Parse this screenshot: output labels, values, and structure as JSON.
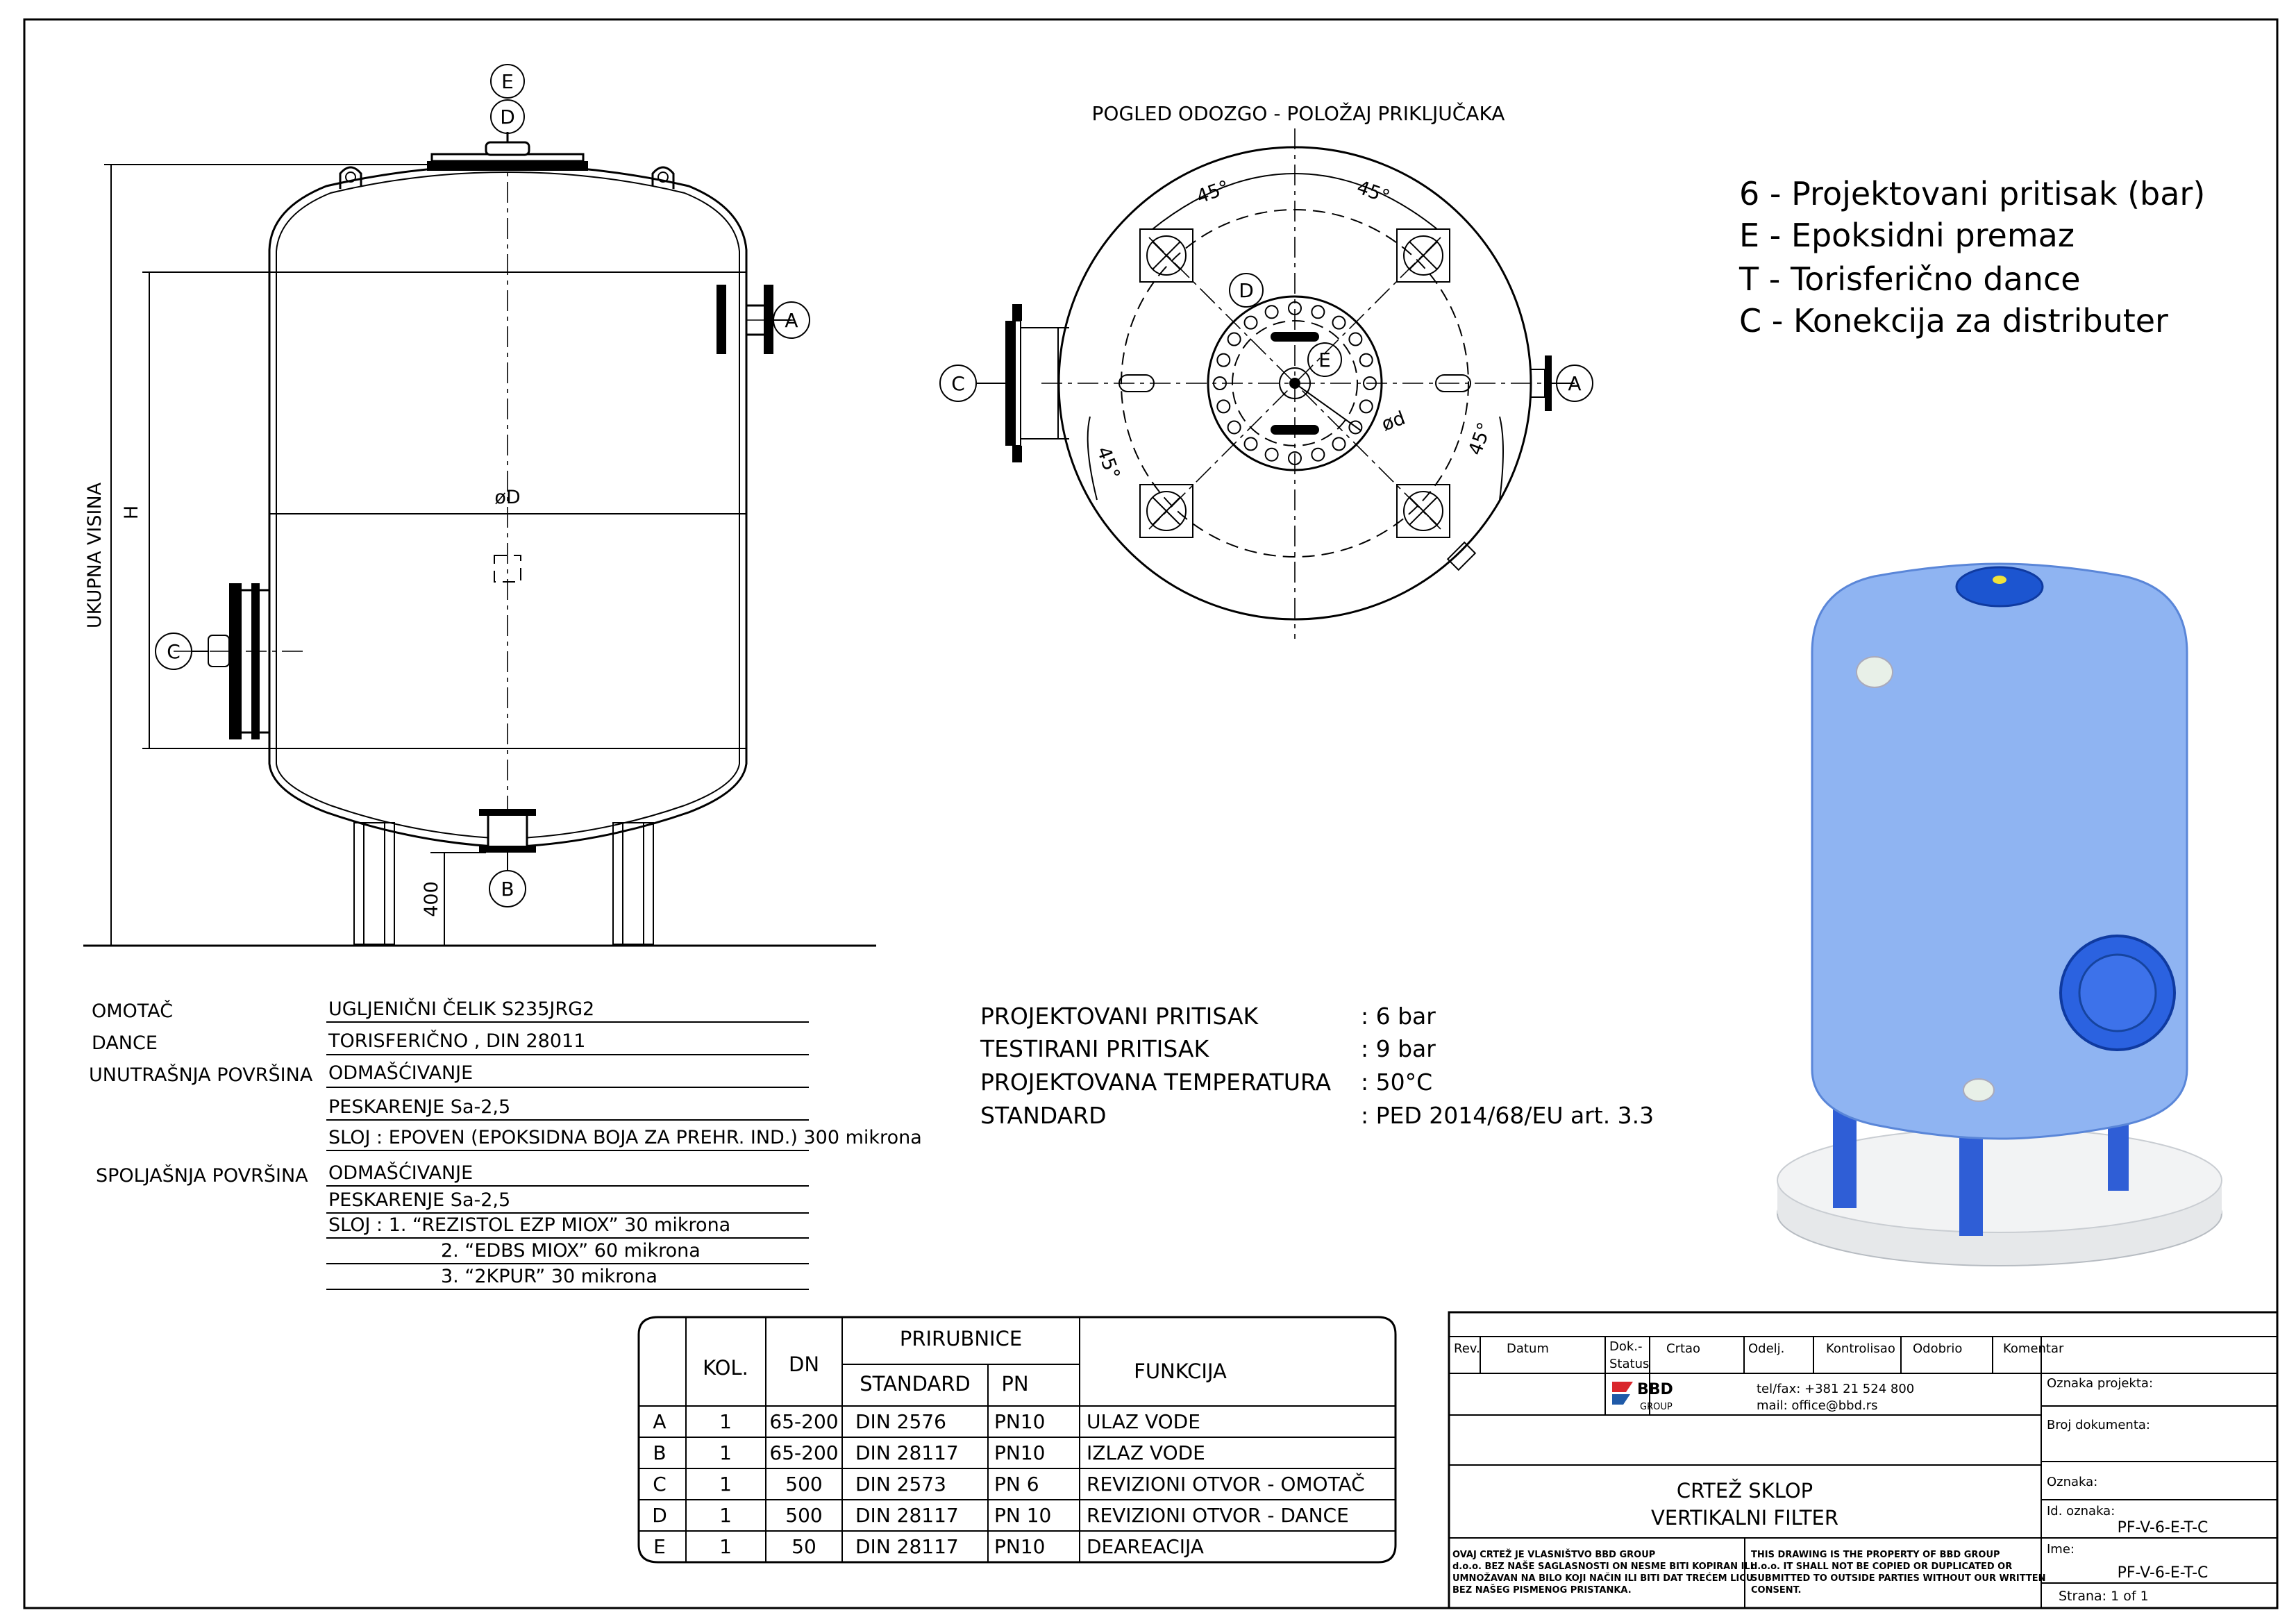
{
  "top_view": {
    "title": "POGLED ODOZGO - POLOŽAJ PRIKLJUČAKA",
    "angle_label": "45°",
    "d_label": "ød"
  },
  "side_view": {
    "total_height_label": "UKUPNA VISINA",
    "h_label": "H",
    "diameter_label": "øD",
    "leg_height": "400"
  },
  "markers": {
    "A": "A",
    "B": "B",
    "C": "C",
    "D": "D",
    "E": "E"
  },
  "legend": [
    "6 - Projektovani pritisak (bar)",
    "E - Epoksidni premaz",
    "T - Torisferično dance",
    "C - Konekcija za distributer"
  ],
  "materials": [
    {
      "label": "OMOTAČ",
      "value": "UGLJENIČNI ČELIK S235JRG2"
    },
    {
      "label": "DANCE",
      "value": "TORISFERIČNO , DIN 28011"
    },
    {
      "label": "UNUTRAŠNJA POVRŠINA",
      "value": "ODMAŠĆIVANJE"
    },
    {
      "label": "",
      "value": "PESKARENJE Sa-2,5"
    },
    {
      "label": "",
      "value": "SLOJ : EPOVEN (EPOKSIDNA BOJA ZA PREHR. IND.) 300 mikrona"
    },
    {
      "label": "SPOLJAŠNJA POVRŠINA",
      "value": "ODMAŠĆIVANJE"
    },
    {
      "label": "",
      "value": "PESKARENJE Sa-2,5"
    },
    {
      "label": "",
      "value": "SLOJ  :  1. “REZISTOL EZP MIOX” 30 mikrona"
    },
    {
      "label": "",
      "value": "2. “EDBS MIOX” 60 mikrona"
    },
    {
      "label": "",
      "value": "3. “2KPUR” 30 mikrona"
    }
  ],
  "specs": [
    {
      "label": "PROJEKTOVANI PRITISAK",
      "value": ": 6 bar"
    },
    {
      "label": "TESTIRANI PRITISAK",
      "value": ": 9 bar"
    },
    {
      "label": "PROJEKTOVANA TEMPERATURA",
      "value": ": 50°C"
    },
    {
      "label": "STANDARD",
      "value": ": PED 2014/68/EU art. 3.3"
    }
  ],
  "connections_table": {
    "headers": {
      "kol": "KOL.",
      "dn": "DN",
      "prirubnice": "PRIRUBNICE",
      "standard": "STANDARD",
      "pn": "PN",
      "funkcija": "FUNKCIJA"
    },
    "rows": [
      {
        "id": "A",
        "kol": "1",
        "dn": "65-200",
        "standard": "DIN 2576",
        "pn": "PN10",
        "funkcija": "ULAZ VODE"
      },
      {
        "id": "B",
        "kol": "1",
        "dn": "65-200",
        "standard": "DIN 28117",
        "pn": "PN10",
        "funkcija": "IZLAZ VODE"
      },
      {
        "id": "C",
        "kol": "1",
        "dn": "500",
        "standard": "DIN 2573",
        "pn": "PN 6",
        "funkcija": "REVIZIONI OTVOR - OMOTAČ"
      },
      {
        "id": "D",
        "kol": "1",
        "dn": "500",
        "standard": "DIN 28117",
        "pn": "PN 10",
        "funkcija": "REVIZIONI OTVOR - DANCE"
      },
      {
        "id": "E",
        "kol": "1",
        "dn": "50",
        "standard": "DIN 28117",
        "pn": "PN10",
        "funkcija": "DEAREACIJA"
      }
    ]
  },
  "title_block": {
    "headers": [
      "Rev.",
      "Datum",
      "Dok.-\nStatus",
      "Crtao",
      "Odelj.",
      "Kontrolisao",
      "Odobrio",
      "Komentar"
    ],
    "logo_text": "BBD",
    "logo_sub": "GROUP",
    "tel": "tel/fax: +381 21 524 800",
    "mail": "mail: office@bbd.rs",
    "project_label": "Oznaka projekta:",
    "doc_label": "Broj dokumenta:",
    "mark_label": "Oznaka:",
    "id_label": "Id. oznaka:",
    "id_value": "PF-V-6-E-T-C",
    "name_label": "Ime:",
    "name_value": "PF-V-6-E-T-C",
    "page": "Strana:  1 of 1",
    "title_line1": "CRTEŽ SKLOP",
    "title_line2": "VERTIKALNI FILTER",
    "notice_sr": [
      "OVAJ CRTEŽ JE VLASNIŠTVO BBD GROUP",
      "d.o.o. BEZ NAŠE SAGLASNOSTI ON NESME BITI KOPIRAN ILI",
      "UMNOŽAVAN NA BILO KOJI NAČIN ILI BITI DAT TREĆEM LICU",
      "BEZ NAŠEG PISMENOG PRISTANKA."
    ],
    "notice_en": [
      "THIS DRAWING IS THE PROPERTY OF BBD GROUP",
      "d.o.o. IT SHALL NOT BE COPIED OR DUPLICATED OR",
      "SUBMITTED TO OUTSIDE PARTIES WITHOUT OUR WRITTEN",
      "CONSENT."
    ]
  },
  "colors": {
    "vessel_body": "#8fb4f2",
    "vessel_edge": "#5a86d8",
    "legs": "#2f5ed6",
    "base": "#e6e8ea",
    "logo_red": "#d9262c",
    "logo_blue": "#1f5aa8"
  }
}
